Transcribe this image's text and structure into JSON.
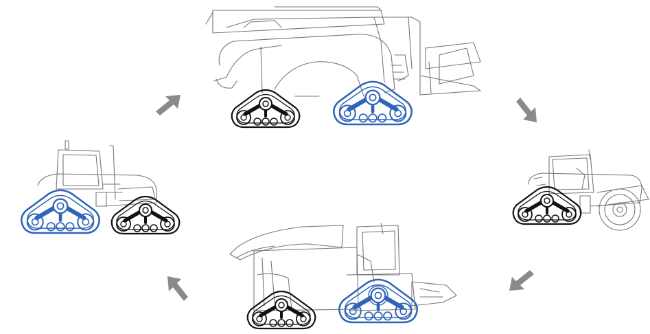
{
  "diagram": {
    "machines": [
      {
        "id": "combine-harvester",
        "track_sets": 2
      },
      {
        "id": "tractor-single-track",
        "track_sets": 1
      },
      {
        "id": "forage-harvester",
        "track_sets": 2
      },
      {
        "id": "tractor-twin-track",
        "track_sets": 2
      }
    ],
    "arrows": [
      {
        "from": "tractor-twin-track",
        "to": "combine-harvester"
      },
      {
        "from": "combine-harvester",
        "to": "tractor-single-track"
      },
      {
        "from": "tractor-single-track",
        "to": "forage-harvester"
      },
      {
        "from": "forage-harvester",
        "to": "tractor-twin-track"
      }
    ],
    "colors": {
      "outline": "#777777",
      "track_black": "#111111",
      "track_blue": "#2f64b8",
      "arrow": "#8a8a8a",
      "background": "#ffffff"
    }
  }
}
